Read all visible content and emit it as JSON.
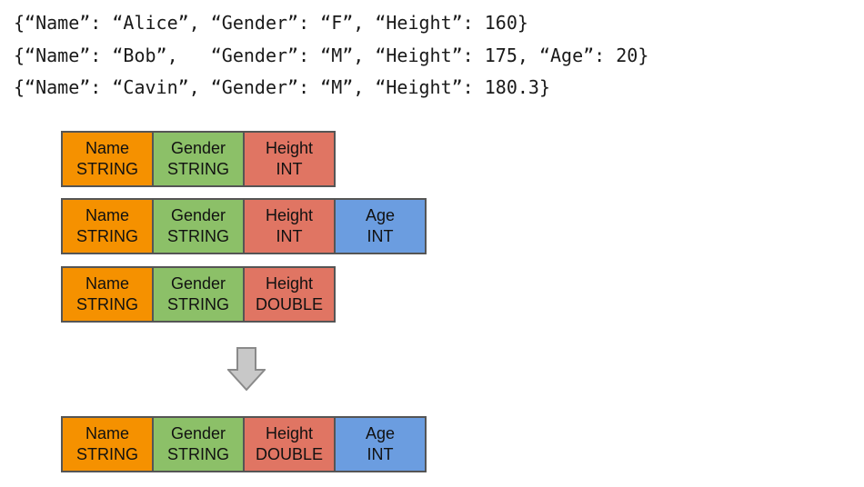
{
  "json_records": [
    "{“Name”: “Alice”, “Gender”: “F”, “Height”: 160}",
    "{“Name”: “Bob”,   “Gender”: “M”, “Height”: 175, “Age”: 20}",
    "{“Name”: “Cavin”, “Gender”: “M”, “Height”: 180.3}"
  ],
  "colors": {
    "name": "#f59100",
    "gender": "#8cc068",
    "height": "#e07563",
    "age": "#6b9de0",
    "arrow_fill": "#c8c8c8",
    "arrow_stroke": "#8a8a8a"
  },
  "schemas": [
    {
      "fields": [
        {
          "name": "Name",
          "type": "STRING",
          "color_key": "name"
        },
        {
          "name": "Gender",
          "type": "STRING",
          "color_key": "gender"
        },
        {
          "name": "Height",
          "type": "INT",
          "color_key": "height"
        }
      ]
    },
    {
      "fields": [
        {
          "name": "Name",
          "type": "STRING",
          "color_key": "name"
        },
        {
          "name": "Gender",
          "type": "STRING",
          "color_key": "gender"
        },
        {
          "name": "Height",
          "type": "INT",
          "color_key": "height"
        },
        {
          "name": "Age",
          "type": "INT",
          "color_key": "age"
        }
      ]
    },
    {
      "fields": [
        {
          "name": "Name",
          "type": "STRING",
          "color_key": "name"
        },
        {
          "name": "Gender",
          "type": "STRING",
          "color_key": "gender"
        },
        {
          "name": "Height",
          "type": "DOUBLE",
          "color_key": "height"
        }
      ]
    }
  ],
  "merged_schema": {
    "fields": [
      {
        "name": "Name",
        "type": "STRING",
        "color_key": "name"
      },
      {
        "name": "Gender",
        "type": "STRING",
        "color_key": "gender"
      },
      {
        "name": "Height",
        "type": "DOUBLE",
        "color_key": "height"
      },
      {
        "name": "Age",
        "type": "INT",
        "color_key": "age"
      }
    ]
  }
}
